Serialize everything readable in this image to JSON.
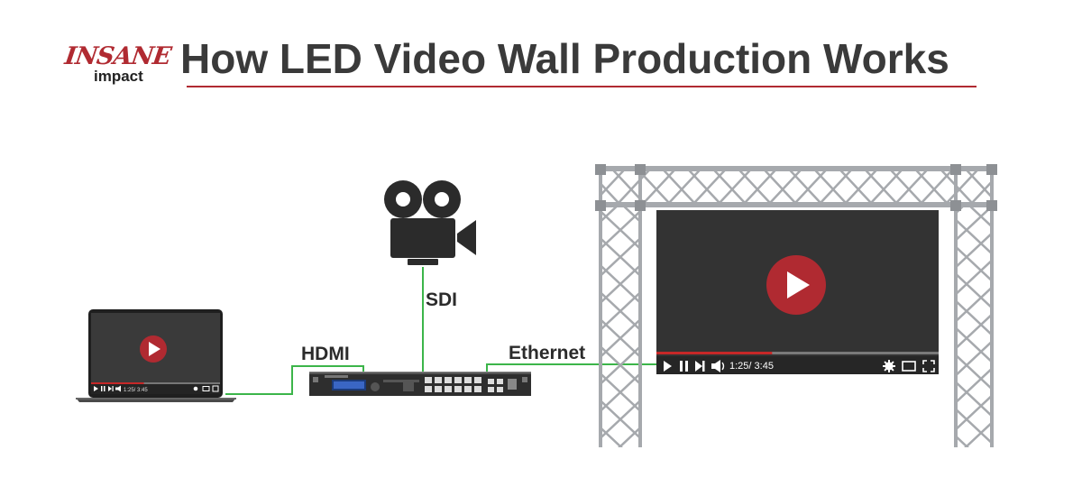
{
  "logo": {
    "line1": "INSANE",
    "line2": "impact"
  },
  "title": "How LED Video Wall Production Works",
  "labels": {
    "hdmi": "HDMI",
    "sdi": "SDI",
    "ethernet": "Ethernet"
  },
  "player": {
    "time": "1:25/ 3:45",
    "small_time": "1:25/ 3:45",
    "progress": 0.41
  },
  "colors": {
    "accent": "#b02a31",
    "cable": "#3cb54a",
    "screen": "#333333",
    "truss": "#a6a9ad",
    "title": "#3a3a3a"
  },
  "icons": [
    "play-icon",
    "pause-icon",
    "skip-icon",
    "volume-icon",
    "gear-icon",
    "theater-icon",
    "fullscreen-icon",
    "camera-icon"
  ]
}
